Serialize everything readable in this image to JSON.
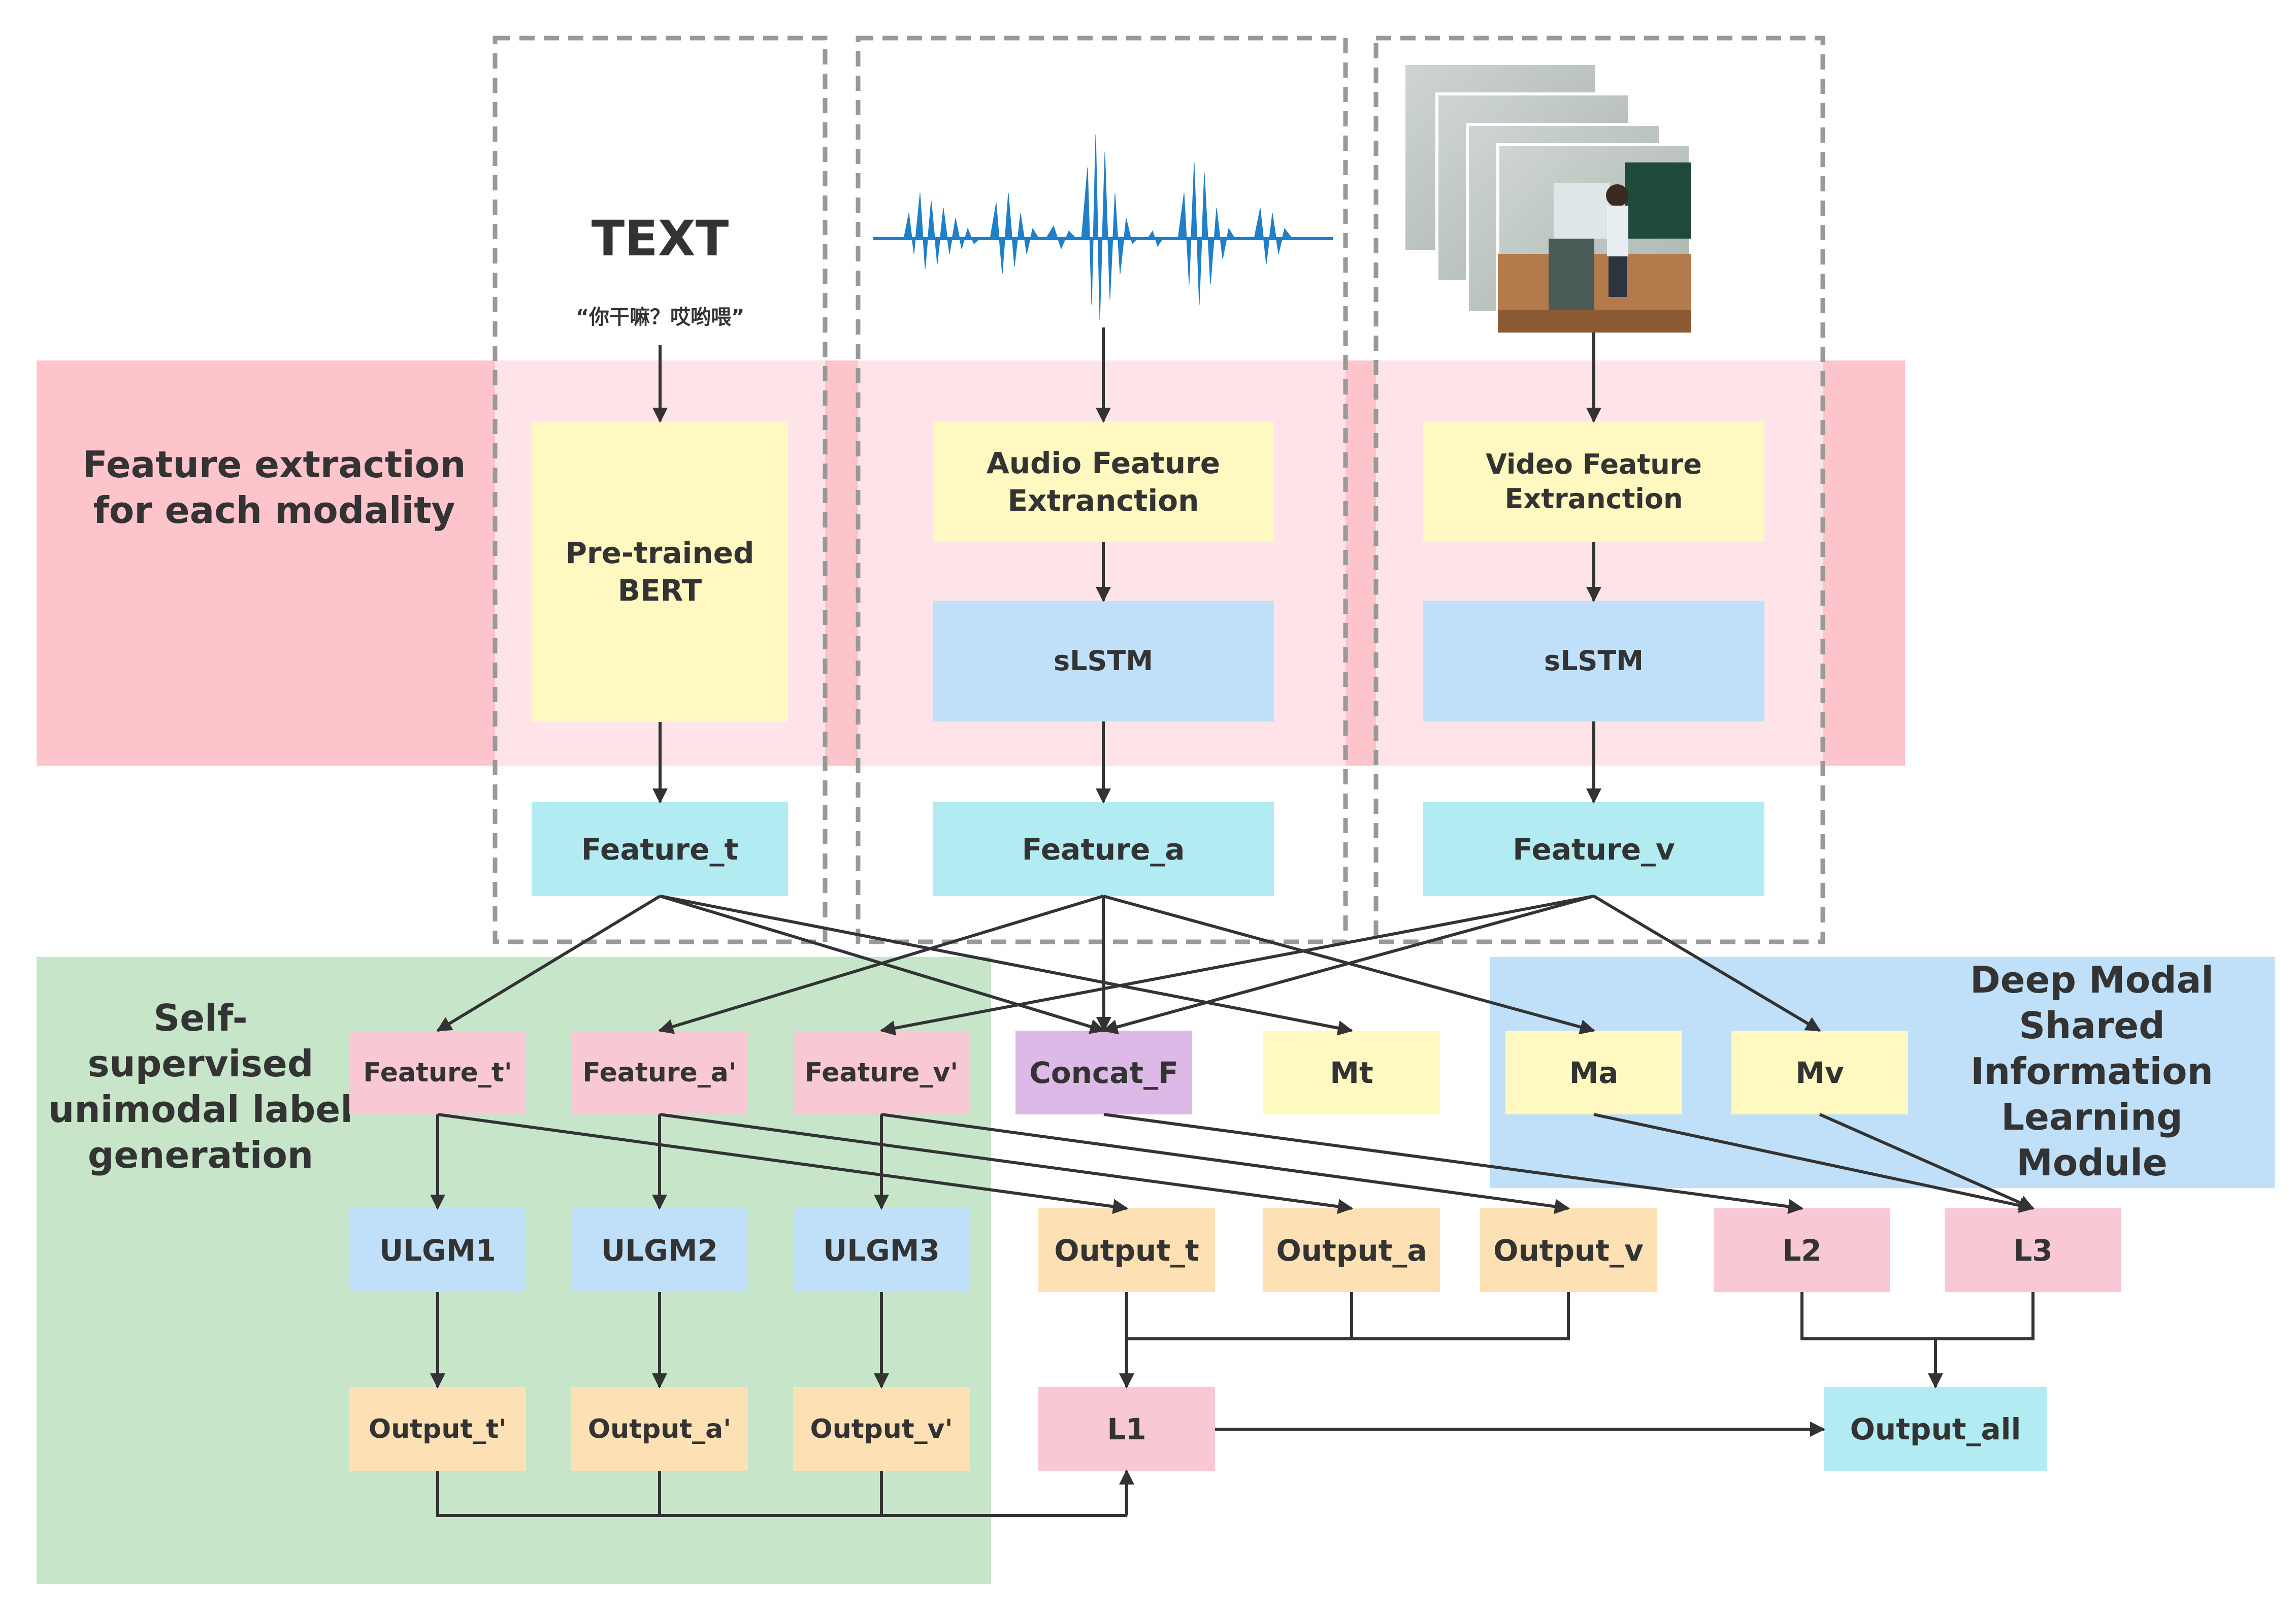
{
  "regions": {
    "feature_extraction": "Feature extraction\nfor each modality",
    "self_supervised": "Self-supervised\nunimodal label\ngeneration",
    "deep_modal": "Deep Modal\nShared\nInformation\nLearning Module"
  },
  "text_input": {
    "title": "TEXT",
    "sample": "“你干嘛？哎哟喂”"
  },
  "boxes": {
    "bert": "Pre-trained\nBERT",
    "audio_fe": "Audio Feature\nExtranction",
    "video_fe": "Video Feature\nExtranction",
    "slstm_a": "sLSTM",
    "slstm_v": "sLSTM",
    "feature_t": "Feature_t",
    "feature_a": "Feature_a",
    "feature_v": "Feature_v",
    "feature_t2": "Feature_t'",
    "feature_a2": "Feature_a'",
    "feature_v2": "Feature_v'",
    "concat": "Concat_F",
    "mt": "Mt",
    "ma": "Ma",
    "mv": "Mv",
    "ulgm1": "ULGM1",
    "ulgm2": "ULGM2",
    "ulgm3": "ULGM3",
    "output_t": "Output_t",
    "output_a": "Output_a",
    "output_v": "Output_v",
    "l2": "L2",
    "l3": "L3",
    "output_t2": "Output_t'",
    "output_a2": "Output_a'",
    "output_v2": "Output_v'",
    "l1": "L1",
    "output_all": "Output_all"
  },
  "colors": {
    "feature_band": "#fdc4cc",
    "self_supervised_band": "#c6e5c9",
    "deep_modal_band": "#bfe0f8",
    "dashed_frame": "#999999",
    "arrow": "#333333",
    "waveform": "#1f7fc8"
  }
}
